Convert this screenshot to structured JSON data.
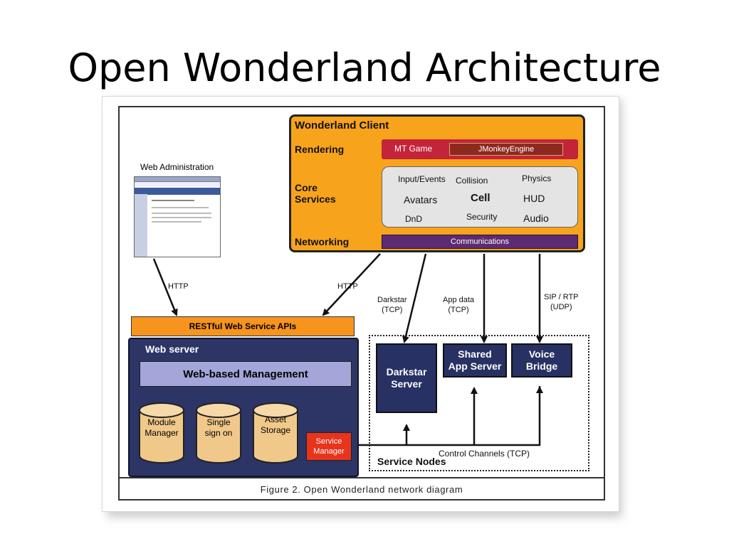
{
  "slide": {
    "title": "Open Wonderland Architecture"
  },
  "figure": {
    "caption": "Figure 2. Open Wonderland network diagram"
  },
  "client": {
    "title": "Wonderland Client",
    "rendering_label": "Rendering",
    "mt_game": "MT Game",
    "jmonkey": "JMonkeyEngine",
    "core_label_1": "Core",
    "core_label_2": "Services",
    "core_items": {
      "input_events": "Input/Events",
      "collision": "Collision",
      "physics": "Physics",
      "avatars": "Avatars",
      "cell": "Cell",
      "hud": "HUD",
      "dnd": "DnD",
      "security": "Security",
      "audio": "Audio"
    },
    "networking_label": "Networking",
    "communications": "Communications"
  },
  "web_admin": {
    "title": "Web Administration"
  },
  "edges": {
    "http_left": "HTTP",
    "http_right": "HTTP",
    "darkstar_1": "Darkstar",
    "darkstar_2": "(TCP)",
    "appdata_1": "App data",
    "appdata_2": "(TCP)",
    "sip_1": "SIP / RTP",
    "sip_2": "(UDP)",
    "control": "Control Channels (TCP)"
  },
  "web_server": {
    "rest_apis": "RESTful Web Service APIs",
    "title": "Web server",
    "management": "Web-based Management",
    "module_1": "Module",
    "module_2": "Manager",
    "sso_1": "Single",
    "sso_2": "sign on",
    "asset_1": "Asset",
    "asset_2": "Storage",
    "svc_1": "Service",
    "svc_2": "Manager"
  },
  "service_nodes": {
    "title": "Service Nodes",
    "darkstar_1": "Darkstar",
    "darkstar_2": "Server",
    "shared_1": "Shared",
    "shared_2": "App Server",
    "voice_1": "Voice",
    "voice_2": "Bridge"
  },
  "colors": {
    "client_orange": "#f7a31c",
    "rendering_red": "#c4243a",
    "networking_purple": "#5c2b73",
    "server_navy": "#2c3566",
    "management_lavender": "#a4a6d9",
    "cylinder_tan": "#f0c98a",
    "service_manager_red": "#e8341c"
  }
}
